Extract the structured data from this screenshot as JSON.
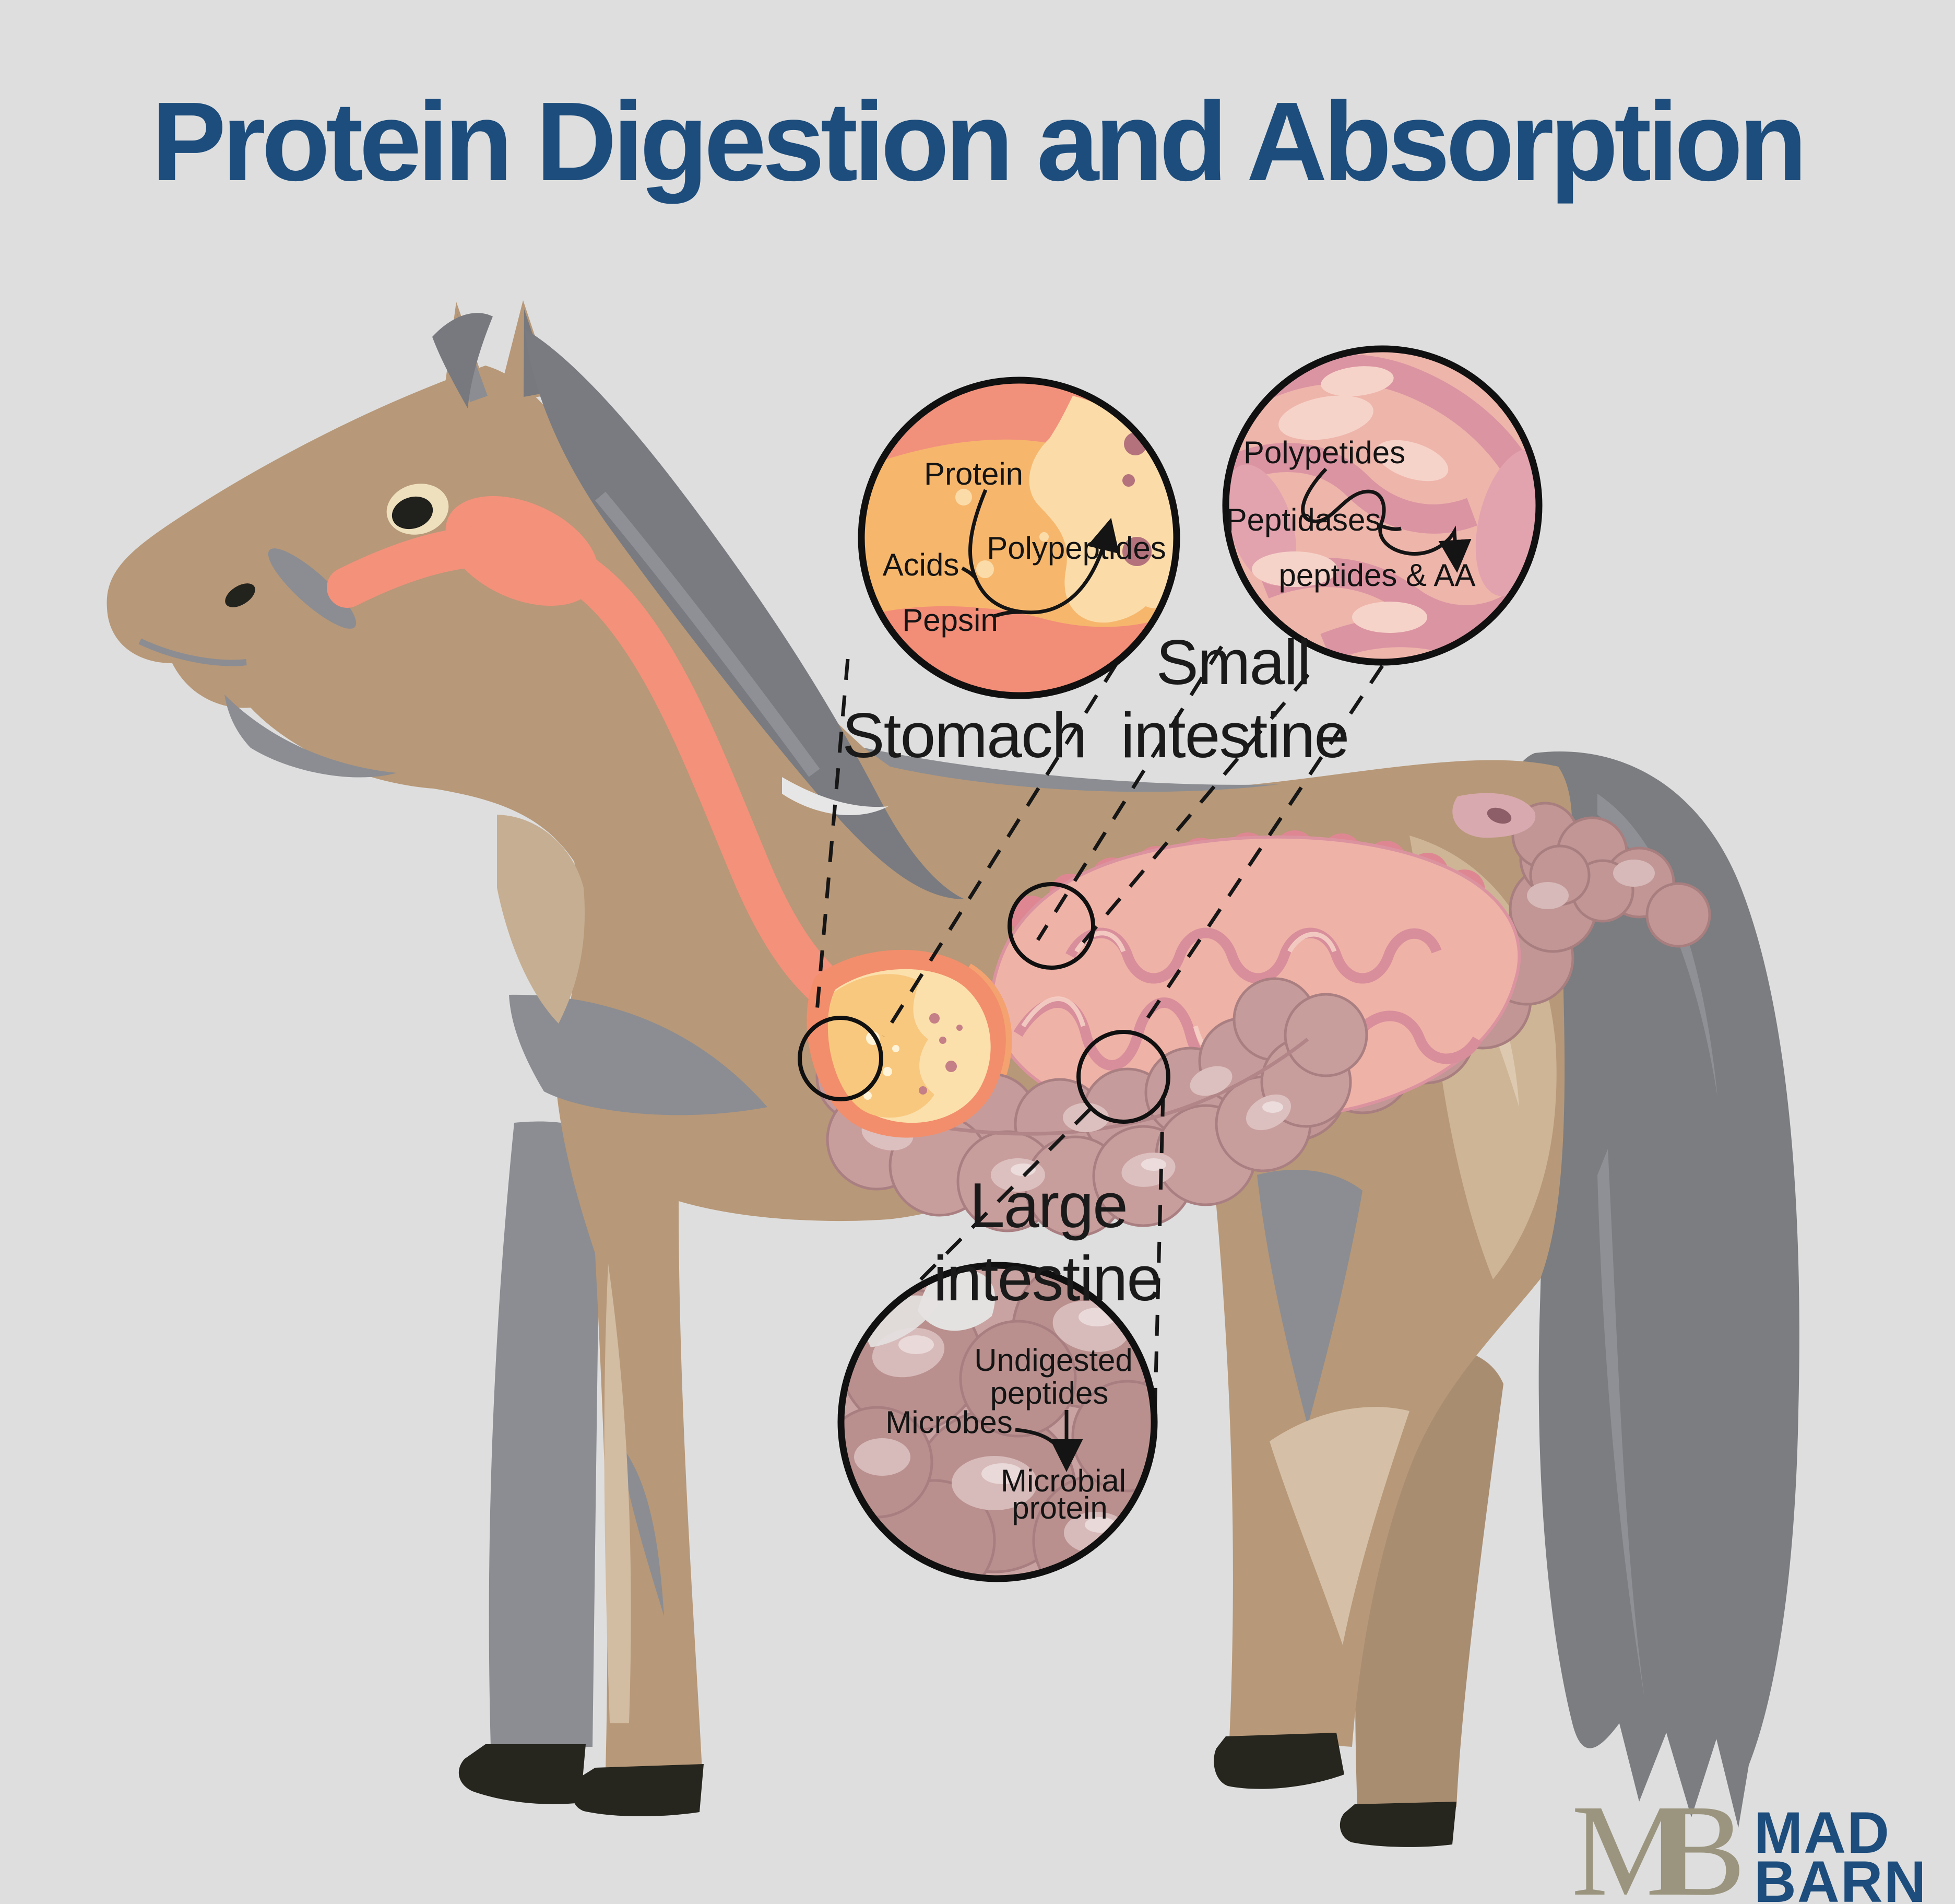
{
  "title": {
    "text": "Protein Digestion and Absorption"
  },
  "callouts": {
    "stomach": {
      "label": "Stomach",
      "protein": "Protein",
      "acids": "Acids",
      "polypeptides": "Polypeptides",
      "pepsin": "Pepsin"
    },
    "small_intestine": {
      "label_line1": "Small",
      "label_line2": "intestine",
      "polypetides": "Polypetides",
      "peptidases": "Peptidases",
      "peptides_aa": "peptides & AA"
    },
    "large_intestine": {
      "label_line1": "Large",
      "label_line2": "intestine",
      "undigested_line1": "Undigested",
      "undigested_line2": "peptides",
      "microbes": "Microbes",
      "microbial_line1": "Microbial",
      "microbial_line2": "protein"
    }
  },
  "logo": {
    "monogram": "MB",
    "name_line1": "MAD",
    "name_line2": "BARN"
  },
  "colors": {
    "background": "#dedede",
    "title": "#1d4d7c",
    "horse_body": "#b79878",
    "horse_shadow": "#8b8d92",
    "mane_tail": "#7b7d82",
    "esophagus": "#f3917b",
    "stomach_circle_fill": "#f6b76d",
    "small_intestine_circle_fill": "#eeb5ab",
    "large_intestine_circle_fill": "#c9a3a1",
    "label_text": "#1a1a1a",
    "logo_monogram": "#9b957f",
    "logo_name": "#1d4d7d"
  }
}
